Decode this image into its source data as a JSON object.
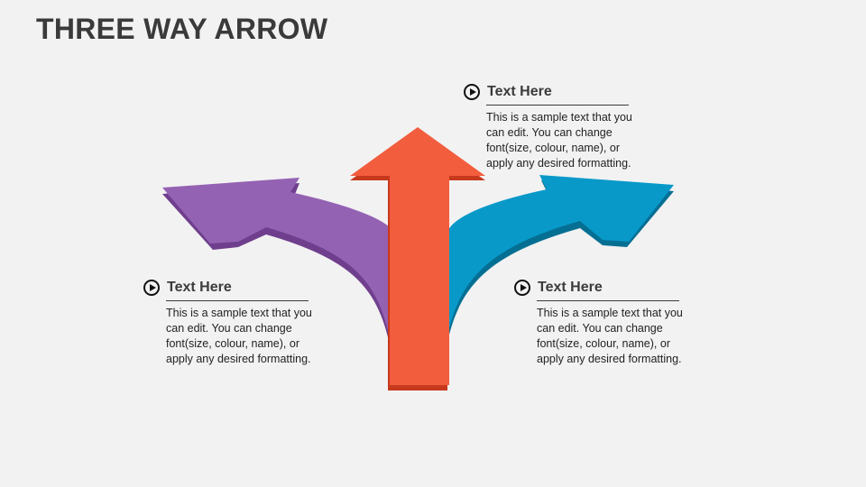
{
  "title": "THREE WAY ARROW",
  "colors": {
    "background": "#f2f2f2",
    "left_arrow": "#9462b3",
    "left_arrow_shade": "#6f3f8e",
    "center_arrow": "#f25d3e",
    "center_arrow_shade": "#c6391d",
    "right_arrow": "#0899c9",
    "right_arrow_shade": "#056f93"
  },
  "callouts": {
    "top": {
      "icon": "play-circle-icon",
      "heading": "Text Here",
      "body": "This is a sample text that you can edit. You can change font(size, colour, name), or apply any desired formatting."
    },
    "left": {
      "icon": "play-circle-icon",
      "heading": "Text Here",
      "body": "This is a sample text that you can edit. You can change font(size, colour, name), or apply any desired formatting."
    },
    "right": {
      "icon": "play-circle-icon",
      "heading": "Text Here",
      "body": "This is a sample text that you can edit. You can change font(size, colour, name), or apply any desired formatting."
    }
  }
}
